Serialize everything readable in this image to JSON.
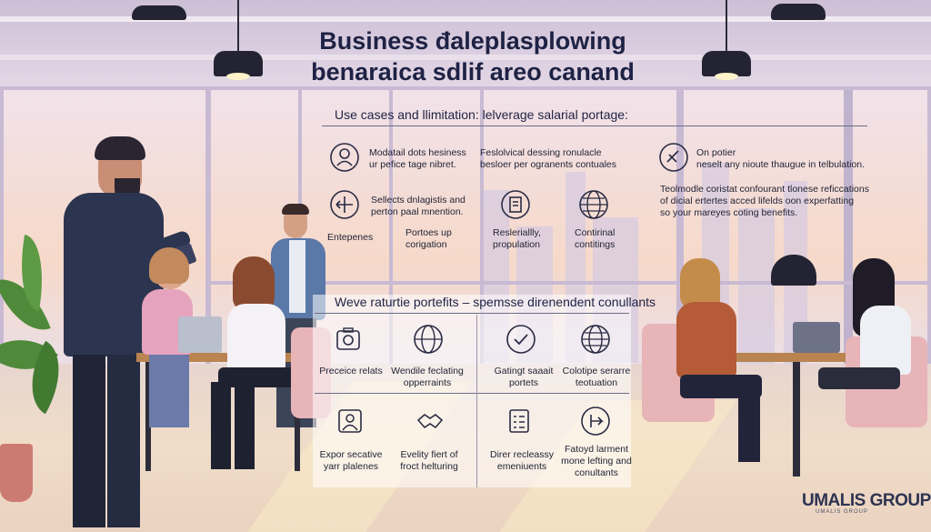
{
  "title": {
    "line1": "Business đaleplasplowing",
    "line2": "benaraica sdlif areo canand"
  },
  "use_cases": {
    "heading": "Use cases and llimitation: lelverage salarial portage:",
    "items": [
      {
        "icon": "person-circle-icon",
        "text": "Modatail dots hesiness\nur pefice tage nibret."
      },
      {
        "text": "Feslolvical dessing ronulacle\nbesloer per ogranents contuales"
      },
      {
        "icon": "no-link-icon",
        "text": "On potier\nneselt any nioute thaugue in telbulation."
      },
      {
        "icon": "direction-icon",
        "text": "Sellects dnlagistis and\nperton paal mnention."
      },
      {
        "text": "Teolmodle coristat confourant tlonese reficcations\nof dicial ertertes acced lifelds oon experfatting\nso your mareyes coting benefits."
      },
      {
        "text": "Entepenes"
      },
      {
        "text": "Portoes up\ncorigation"
      },
      {
        "icon": "document-icon",
        "text": "Resleriallly,\npropulation"
      },
      {
        "icon": "globe-icon",
        "text": "Contirinal\ncontitings"
      }
    ]
  },
  "benefits": {
    "heading": "Weve raturtie portefits – spemsse direnendent conullants",
    "items": [
      {
        "icon": "camera-icon",
        "text": "Preceice relats"
      },
      {
        "icon": "globe-icon",
        "text": "Wendile feclating\nopperraints"
      },
      {
        "icon": "check-circle-icon",
        "text": "Gatingt saaait\nportets"
      },
      {
        "icon": "globe-icon",
        "text": "Colotipe serarre\nteotuation"
      },
      {
        "icon": "person-frame-icon",
        "text": "Expor secative\nyarr plalenes"
      },
      {
        "icon": "handshake-icon",
        "text": "Evelity fiert of\nfroct helturing"
      },
      {
        "icon": "checklist-icon",
        "text": "Direr recleassy\nemeniuents"
      },
      {
        "icon": "direction-icon",
        "text": "Fatoyd larment\nmone lefting and\nconultants"
      }
    ]
  },
  "brand": {
    "name": "UMALIS GROUP",
    "tagline": "UMALIS GROUP"
  },
  "colors": {
    "text_dark": "#1e2244",
    "panel": "#ffffff",
    "wall": "#d9cfe0",
    "chair": "#e7b4b8"
  }
}
